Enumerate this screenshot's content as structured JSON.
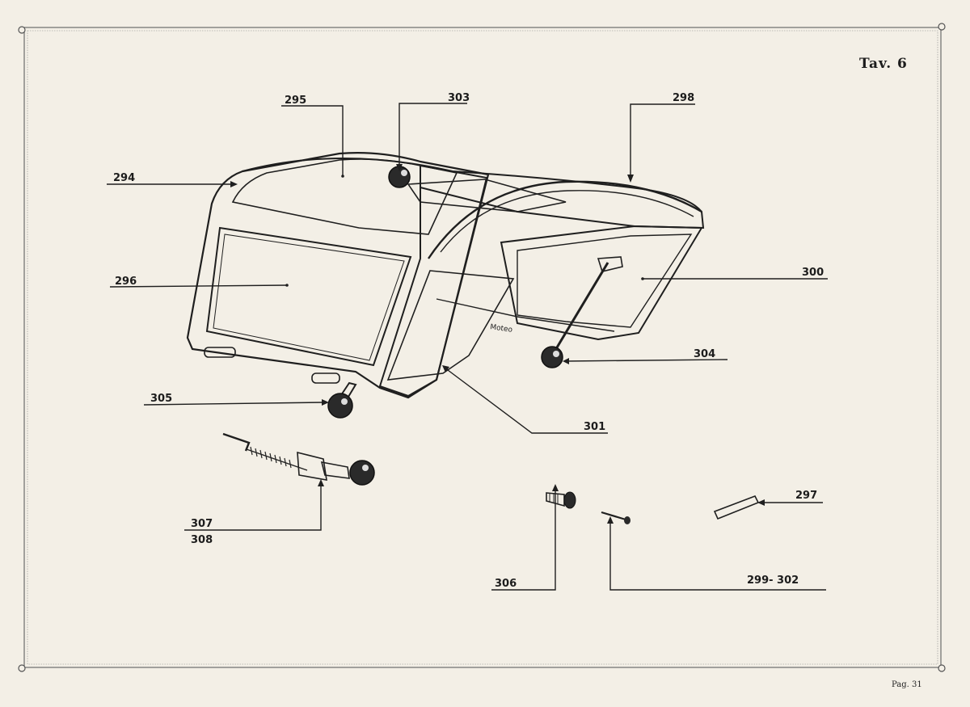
{
  "plate_title": "Tav. 6",
  "page_number": "Pag. 31",
  "drawing_signature": "Moteo",
  "callouts": {
    "c294": "294",
    "c295": "295",
    "c303": "303",
    "c298": "298",
    "c296": "296",
    "c300": "300",
    "c304": "304",
    "c305": "305",
    "c301": "301",
    "c307": "307",
    "c308": "308",
    "c297": "297",
    "c306": "306",
    "c299_302": "299- 302"
  },
  "colors": {
    "paper": "#f3efe6",
    "ink": "#1f1f1f",
    "border": "#6b6b6b"
  }
}
